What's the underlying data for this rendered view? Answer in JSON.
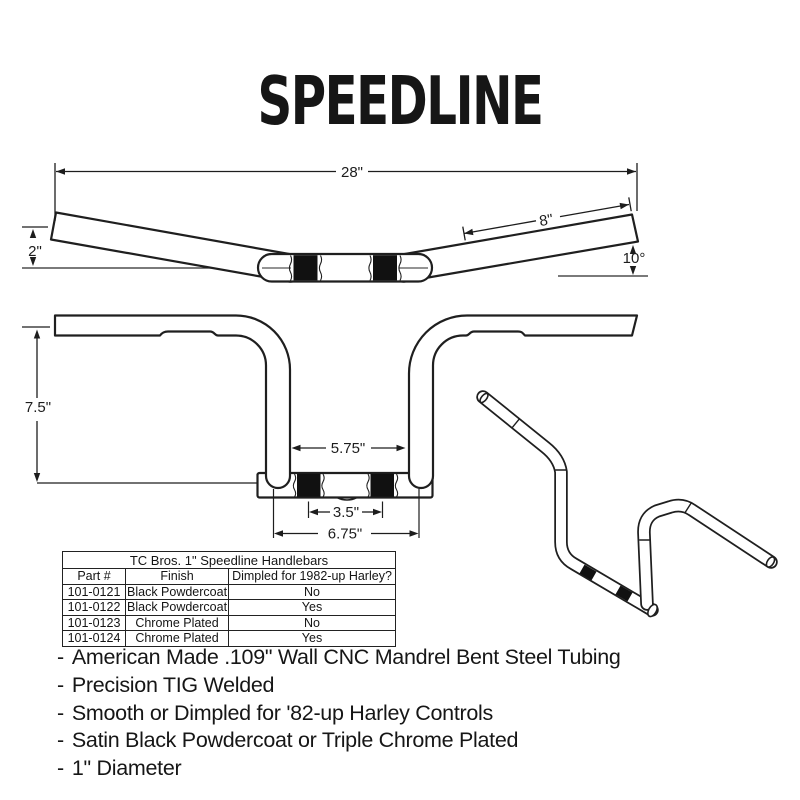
{
  "title": "SPEEDLINE",
  "dimensions": {
    "top_view": {
      "overall_width": "28\"",
      "end_rise": "2\"",
      "grip_length": "8\"",
      "end_angle": "10°"
    },
    "front_view": {
      "overall_height": "7.5\"",
      "inner_width": "5.75\"",
      "knurl_spacing": "3.5\"",
      "clamp_center_width": "6.75\""
    }
  },
  "table": {
    "title": "TC Bros. 1\" Speedline Handlebars",
    "columns": [
      "Part #",
      "Finish",
      "Dimpled for 1982-up Harley?"
    ],
    "rows": [
      [
        "101-0121",
        "Black Powdercoat",
        "No"
      ],
      [
        "101-0122",
        "Black Powdercoat",
        "Yes"
      ],
      [
        "101-0123",
        "Chrome Plated",
        "No"
      ],
      [
        "101-0124",
        "Chrome Plated",
        "Yes"
      ]
    ]
  },
  "features": {
    "bullet": "-",
    "items": [
      "American Made .109\" Wall CNC Mandrel Bent Steel Tubing",
      "Precision TIG Welded",
      "Smooth or Dimpled for '82-up Harley Controls",
      "Satin Black Powdercoat or Triple Chrome Plated",
      "1\" Diameter"
    ]
  },
  "colors": {
    "ink": "#1d1d1d",
    "background": "#ffffff",
    "knurl": "#111111"
  }
}
